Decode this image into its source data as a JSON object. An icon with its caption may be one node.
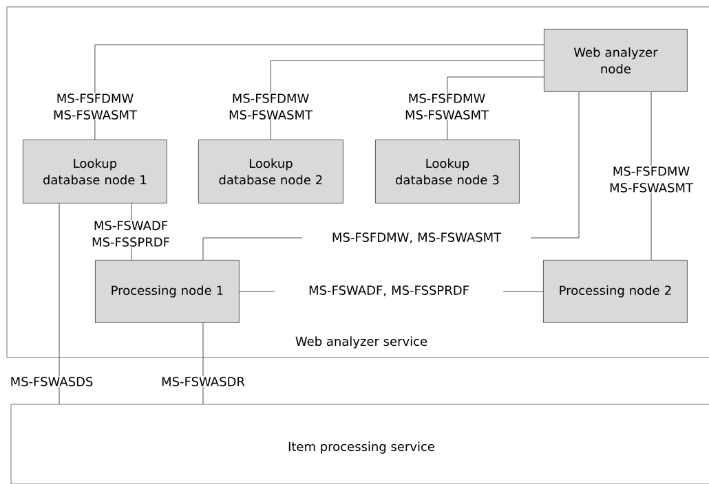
{
  "diagram": {
    "nodes": [
      {
        "text": [
          "Web analyzer service"
        ]
      },
      {
        "text": [
          "Web analyzer node"
        ],
        "in": 0
      },
      {
        "text": [
          "Lookup database node 1"
        ],
        "in": 0
      },
      {
        "text": [
          "Lookup database node 2"
        ],
        "in": 0
      },
      {
        "text": [
          "Lookup database node 3"
        ],
        "in": 0
      },
      {
        "text": [
          "Processing node 1"
        ],
        "in": 0
      },
      {
        "text": [
          "Processing node 2"
        ],
        "in": 0
      },
      {
        "text": [
          "Item processing service"
        ]
      }
    ],
    "edges": [
      {
        "from": 1,
        "to": 2,
        "arrow": "none",
        "label": "MS-FSFDMW MS-FSWASMT"
      },
      {
        "from": 1,
        "to": 3,
        "arrow": "none",
        "label": "MS-FSFDMW MS-FSWASMT"
      },
      {
        "from": 1,
        "to": 4,
        "arrow": "none",
        "label": "MS-FSFDMW MS-FSWASMT"
      },
      {
        "from": 1,
        "to": 5,
        "arrow": "none",
        "label": "MS-FSFDMW, MS-FSWASMT"
      },
      {
        "from": 1,
        "to": 6,
        "arrow": "none",
        "label": "MS-FSFDMW MS-FSWASMT"
      },
      {
        "from": 2,
        "to": 5,
        "arrow": "none",
        "label": "MS-FSWADF MS-FSSPRDF"
      },
      {
        "from": 5,
        "to": 6,
        "arrow": "none",
        "label": "MS-FSWADF, MS-FSSPRDF"
      },
      {
        "from": 2,
        "to": 7,
        "arrow": "none",
        "label": "MS-FSWASDS"
      },
      {
        "from": 5,
        "to": 7,
        "arrow": "none",
        "label": "MS-FSWASDR"
      }
    ]
  }
}
